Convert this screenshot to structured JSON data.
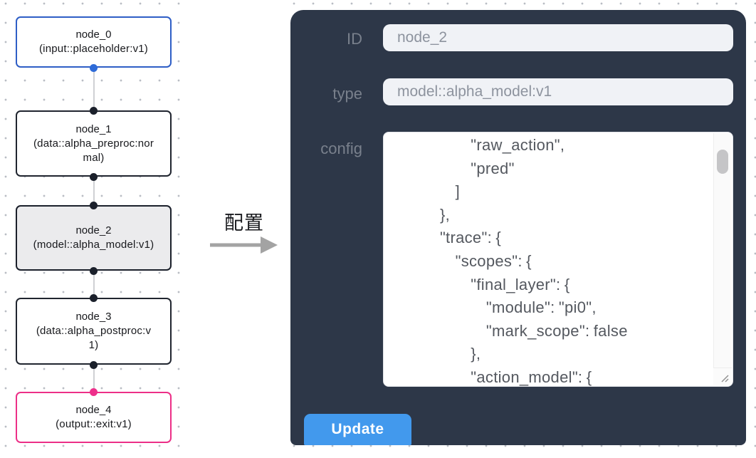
{
  "flow": {
    "nodes": [
      {
        "title": "node_0",
        "subtitle": "(input::placeholder:v1)",
        "role": "input"
      },
      {
        "title": "node_1",
        "subtitle": "(data::alpha_preproc:normal)",
        "role": "data"
      },
      {
        "title": "node_2",
        "subtitle": "(model::alpha_model:v1)",
        "role": "model",
        "selected": true
      },
      {
        "title": "node_3",
        "subtitle": "(data::alpha_postproc:v1)",
        "role": "data"
      },
      {
        "title": "node_4",
        "subtitle": "(output::exit:v1)",
        "role": "output"
      }
    ]
  },
  "transfer": {
    "label": "配置"
  },
  "panel": {
    "id_label": "ID",
    "id_value": "node_2",
    "type_label": "type",
    "type_value": "model::alpha_model:v1",
    "config_label": "config",
    "config_value": "                    \"raw_action\",\n                    \"pred\"\n                ]\n            },\n            \"trace\": {\n                \"scopes\": {\n                    \"final_layer\": {\n                        \"module\": \"pi0\",\n                        \"mark_scope\": false\n                    },\n                    \"action_model\": {",
    "update_label": "Update"
  },
  "colors": {
    "panel_background": "#2d3748",
    "update_button": "#4299ed",
    "input_field_background": "#f0f2f6",
    "node_default_border": "#20252f",
    "node_input_border": "#2e5ec6",
    "node_output_border": "#ec2f87",
    "node_selected_background": "#ebebed",
    "handle_input": "#2e6bd8",
    "handle_default": "#1b202b",
    "handle_output": "#ee2f8b"
  }
}
